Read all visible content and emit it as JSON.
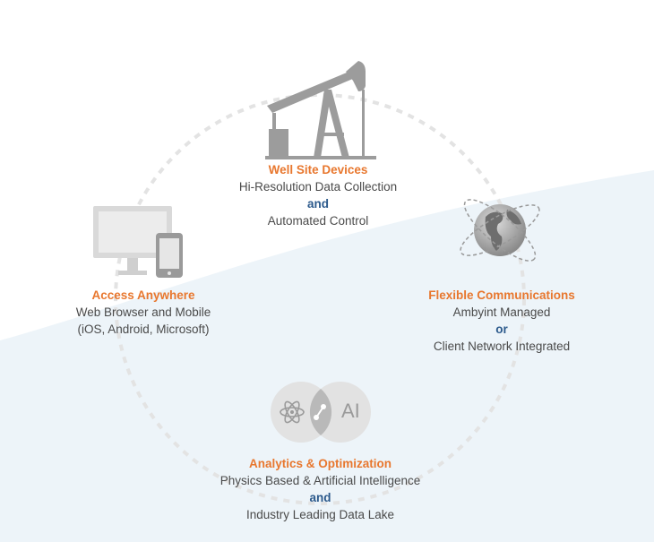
{
  "colors": {
    "title": "#e8772e",
    "conjunction": "#2c5a8c",
    "body_text": "#4a4a4a",
    "icon_gray": "#999999",
    "background_band": "#edf4f9",
    "cycle_ring": "#e6e6e6"
  },
  "nodes": {
    "well_site": {
      "icon": "pumpjack-icon",
      "title": "Well Site Devices",
      "line1": "Hi-Resolution Data Collection",
      "conjunction": "and",
      "line2": "Automated Control"
    },
    "communications": {
      "icon": "globe-icon",
      "title": "Flexible Communications",
      "line1": "Ambyint Managed",
      "conjunction": "or",
      "line2": "Client Network Integrated"
    },
    "analytics": {
      "icon": "physics-ai-venn-icon",
      "icon_label": "AI",
      "title": "Analytics & Optimization",
      "line1": "Physics Based & Artificial Intelligence",
      "conjunction": "and",
      "line2": "Industry Leading Data Lake"
    },
    "access": {
      "icon": "monitor-phone-icon",
      "title": "Access Anywhere",
      "line1": "Web Browser and Mobile",
      "line2": "(iOS, Android, Microsoft)"
    }
  }
}
